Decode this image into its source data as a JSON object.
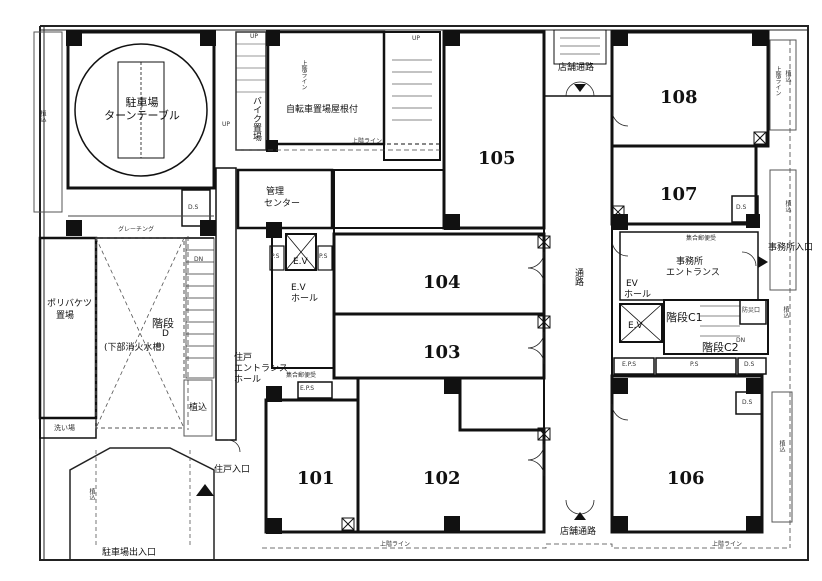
{
  "plan": {
    "units": {
      "u108": "108",
      "u107": "107",
      "u105": "105",
      "u104": "104",
      "u103": "103",
      "u101": "101",
      "u102": "102",
      "u106": "106"
    },
    "rooms": {
      "parking_turntable_1": "駐車場",
      "parking_turntable_2": "ターンテーブル",
      "bicycle": "自転車置場屋根付",
      "bike_parking": "バイク置場",
      "management_1": "管理",
      "management_2": "センター",
      "trash_1": "ポリバケツ",
      "trash_2": "置場",
      "stair_d_1": "階段",
      "stair_d_2": "D",
      "fire_tank": "(下部消火水槽)",
      "residence_hall_1": "住戸",
      "residence_hall_2": "エントランス",
      "residence_hall_3": "ホール",
      "ev_hall_1": "E.V",
      "ev_hall_2": "ホール",
      "ev_left": "E.V",
      "aisle": "通路",
      "office_entrance_1": "事務所",
      "office_entrance_2": "エントランス",
      "ev_hall_right_1": "EV",
      "ev_hall_right_2": "ホール",
      "ev_right": "E.V",
      "stair_c1": "階段C1",
      "stair_c2": "階段C2",
      "wash": "洗い場",
      "planting_left": "植込",
      "planting_center": "植込",
      "planting_bottom_left": "植込",
      "planting_right_top": "植込",
      "planting_right_bottom": "植込",
      "planting_top_right": "植込",
      "planting_right_mid": "植込",
      "ds_parking": "D.S",
      "ds_107": "D.S",
      "ds_right_1": "D.S",
      "ds_right_2": "D.S",
      "eps_1": "E.P.S",
      "eps_2": "E.P.S",
      "ps_1": "P.S",
      "ps_2": "P.S",
      "ps_3": "P.S",
      "grating": "グレーチング",
      "collective_mail_left": "集合郵便受",
      "collective_mail_right": "集合郵便受",
      "disaster_room": "防災口",
      "dn_center": "DN",
      "dn_right": "DN",
      "up_a": "UP",
      "up_b": "UP",
      "up_c": "UP",
      "up_line_bicycle": "上階ライン",
      "up_line_bottom_1": "上階ライン",
      "up_line_bottom_2": "上階ライン",
      "up_line_right": "上階ライン",
      "up_line_top": "上階ライン"
    },
    "entrances": {
      "shop_top": "店舗通路",
      "shop_bottom": "店舗通路",
      "residence_entry": "住戸入口",
      "office_entry": "事務所入口",
      "parking_exit": "駐車場出入口"
    }
  }
}
